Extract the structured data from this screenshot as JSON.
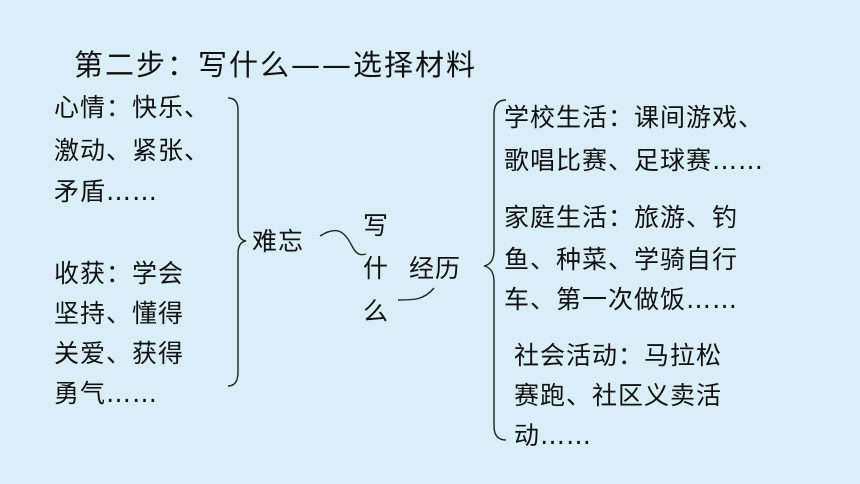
{
  "title": "第二步：写什么——选择材料",
  "left": {
    "mood": [
      "心情：快乐、",
      "激动、紧张、",
      "矛盾……"
    ],
    "gain": [
      "收获：学会",
      "坚持、懂得",
      "关爱、获得",
      "勇气……"
    ]
  },
  "center": {
    "memorable": "难忘",
    "write_what": [
      "写",
      "什",
      "么"
    ],
    "experience": "经历"
  },
  "right": {
    "school": [
      "学校生活：课间游戏、",
      "歌唱比赛、足球赛……"
    ],
    "family": [
      "家庭生活：旅游、钓",
      "鱼、种菜、学骑自行",
      "车、第一次做饭……"
    ],
    "social": [
      "社会活动：马拉松",
      "赛跑、社区义卖活",
      "动……"
    ]
  }
}
